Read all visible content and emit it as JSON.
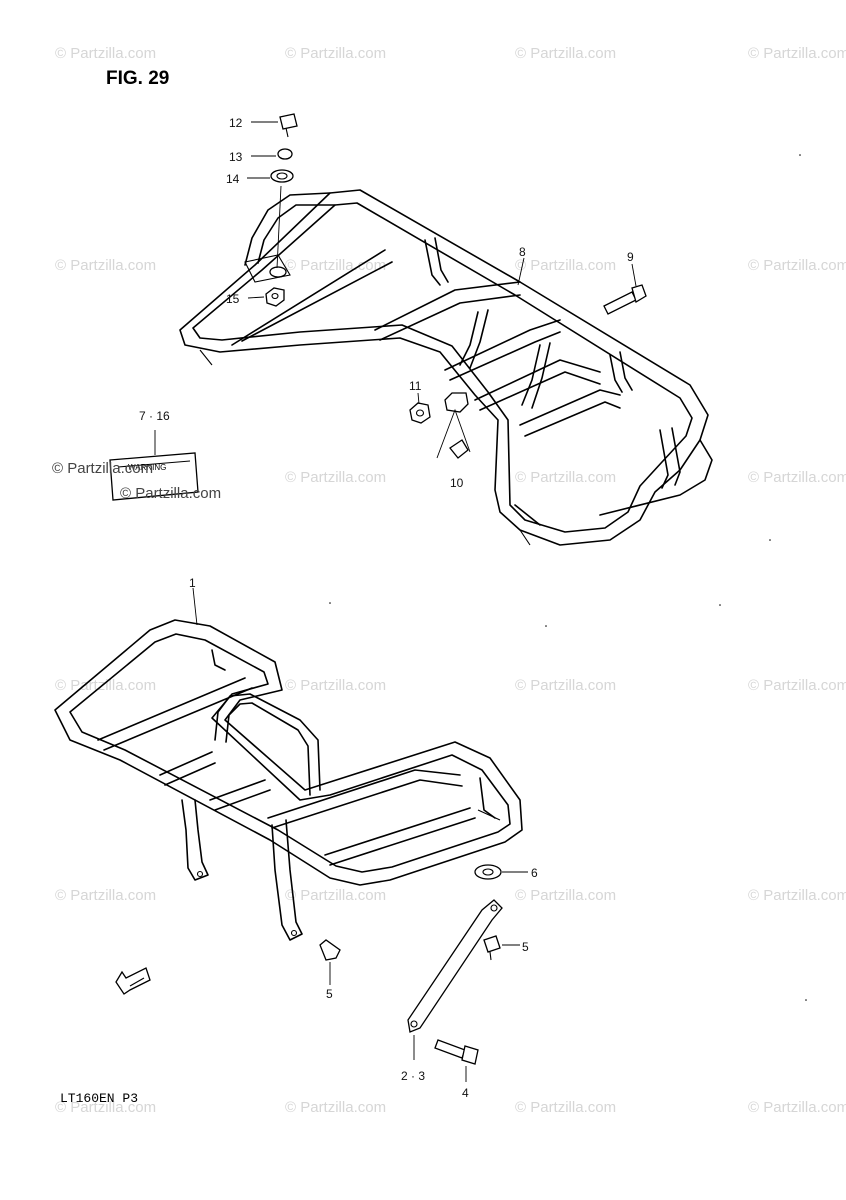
{
  "figure": {
    "title": "FIG. 29",
    "model_code": "LT160EN  P3"
  },
  "watermark": {
    "text": "© Partzilla.com"
  },
  "warning_label": {
    "text": "WARNING"
  },
  "callouts": {
    "c1": "1",
    "c2_3": "2 · 3",
    "c4": "4",
    "c5a": "5",
    "c5b": "5",
    "c6": "6",
    "c7_16": "7 · 16",
    "c8": "8",
    "c9": "9",
    "c10": "10",
    "c11": "11",
    "c12": "12",
    "c13": "13",
    "c14": "14",
    "c15": "15"
  },
  "icons": {
    "front_arrow": "fwd-arrow-icon"
  }
}
